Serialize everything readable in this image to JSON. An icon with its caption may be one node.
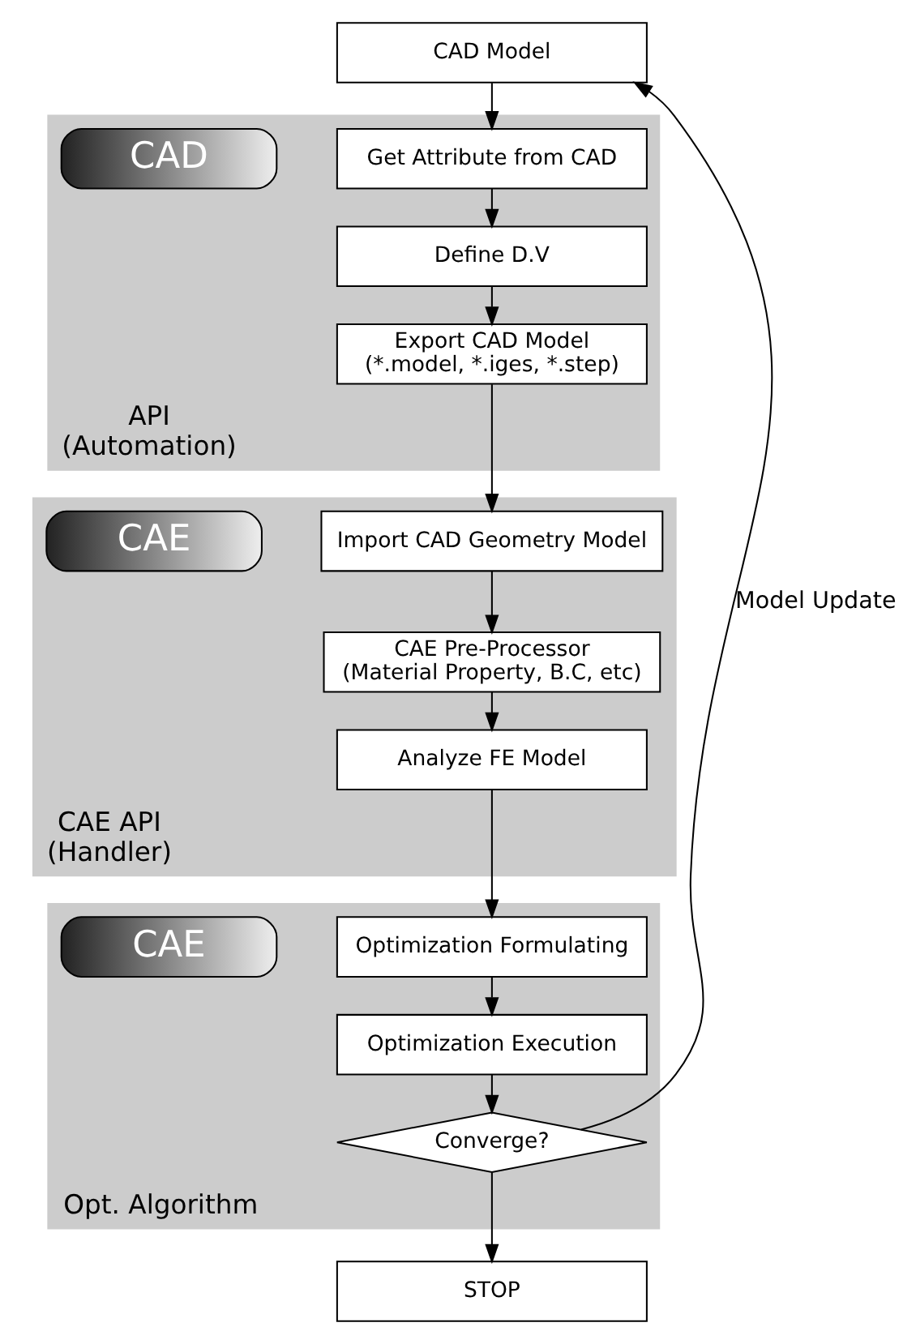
{
  "diagram": {
    "nodes": [
      {
        "text": [
          "CAD Model"
        ]
      },
      {
        "text": [
          "API",
          "(Automation)"
        ]
      },
      {
        "text": [
          "Get Attribute from CAD"
        ],
        "in": 1
      },
      {
        "text": [
          "Define D.V"
        ],
        "in": 1
      },
      {
        "text": [
          "Export CAD Model",
          "(*.model, *.iges, *.step)"
        ],
        "in": 1
      },
      {
        "text": [
          "CAD"
        ],
        "in": 1
      },
      {
        "text": [
          "CAE API",
          "(Handler)"
        ]
      },
      {
        "text": [
          "Import CAD Geometry Model"
        ],
        "in": 6
      },
      {
        "text": [
          "CAE Pre-Processor",
          "(Material Property, B.C, etc)"
        ],
        "in": 6
      },
      {
        "text": [
          "Analyze FE Model"
        ],
        "in": 6
      },
      {
        "text": [
          "CAE"
        ],
        "in": 6
      },
      {
        "text": [
          "Opt. Algorithm"
        ]
      },
      {
        "text": [
          "Optimization Formulating"
        ],
        "in": 11
      },
      {
        "text": [
          "Optimization Execution"
        ],
        "in": 11
      },
      {
        "text": [
          "Converge?"
        ],
        "in": 11
      },
      {
        "text": [
          "CAE"
        ],
        "in": 11
      },
      {
        "text": [
          "STOP"
        ]
      }
    ],
    "edges": [
      {
        "from": 0,
        "to": 2,
        "arrow": "to"
      },
      {
        "from": 2,
        "to": 3,
        "arrow": "to"
      },
      {
        "from": 3,
        "to": 4,
        "arrow": "to"
      },
      {
        "from": 4,
        "to": 7,
        "arrow": "to"
      },
      {
        "from": 7,
        "to": 8,
        "arrow": "to"
      },
      {
        "from": 8,
        "to": 9,
        "arrow": "to"
      },
      {
        "from": 9,
        "to": 12,
        "arrow": "to"
      },
      {
        "from": 12,
        "to": 13,
        "arrow": "to"
      },
      {
        "from": 13,
        "to": 14,
        "arrow": "to"
      },
      {
        "from": 14,
        "to": 16,
        "arrow": "to"
      },
      {
        "from": 14,
        "to": 0,
        "arrow": "to",
        "label": "Model Update"
      }
    ]
  }
}
